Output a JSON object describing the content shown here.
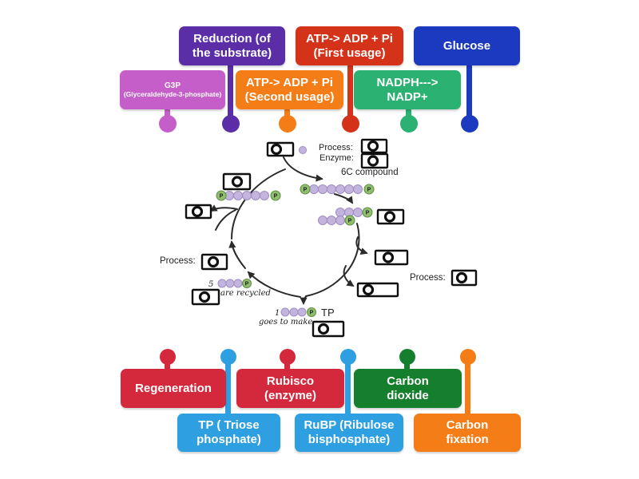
{
  "app": {
    "background": "#ffffff"
  },
  "labels": {
    "g3p": {
      "line1": "G3P",
      "line2": "(Glyceraldehyde-3-phosphate)",
      "color": "#C55EC9"
    },
    "reduction": {
      "line1": "Reduction (of",
      "line2": "the substrate)",
      "color": "#5B2EA8"
    },
    "atp_second": {
      "line1": "ATP-> ADP + Pi",
      "line2": "(Second usage)",
      "color": "#F57D17"
    },
    "atp_first": {
      "line1": "ATP-> ADP + Pi",
      "line2": "(First usage)",
      "color": "#D4331A"
    },
    "nadph": {
      "line1": "NADPH--->",
      "line2": "NADP+",
      "color": "#2BB273"
    },
    "glucose": {
      "line1": "Glucose",
      "color": "#1B3AC0"
    },
    "regeneration": {
      "line1": "Regeneration",
      "color": "#D4293C"
    },
    "tp": {
      "line1": "TP ( Triose",
      "line2": "phosphate)",
      "color": "#2E9FE0"
    },
    "rubisco": {
      "line1": "Rubisco",
      "line2": "(enzyme)",
      "color": "#D4293C"
    },
    "rubp": {
      "line1": "RuBP (Ribulose",
      "line2": "bisphosphate)",
      "color": "#2E9FE0"
    },
    "co2": {
      "line1": "Carbon",
      "line2": "dioxide",
      "color": "#157F2D"
    },
    "fixation": {
      "line1": "Carbon",
      "line2": "fixation",
      "color": "#F57D17"
    }
  },
  "diagram": {
    "process_label": "Process:",
    "enzyme_label": "Enzyme:",
    "six_c_label": "6C compound",
    "tp_label": "TP",
    "phosphate_symbol": "P",
    "recycled_count": "5",
    "recycled_text": "are recycled",
    "tp_count": "1",
    "goes_text": "goes to make"
  }
}
